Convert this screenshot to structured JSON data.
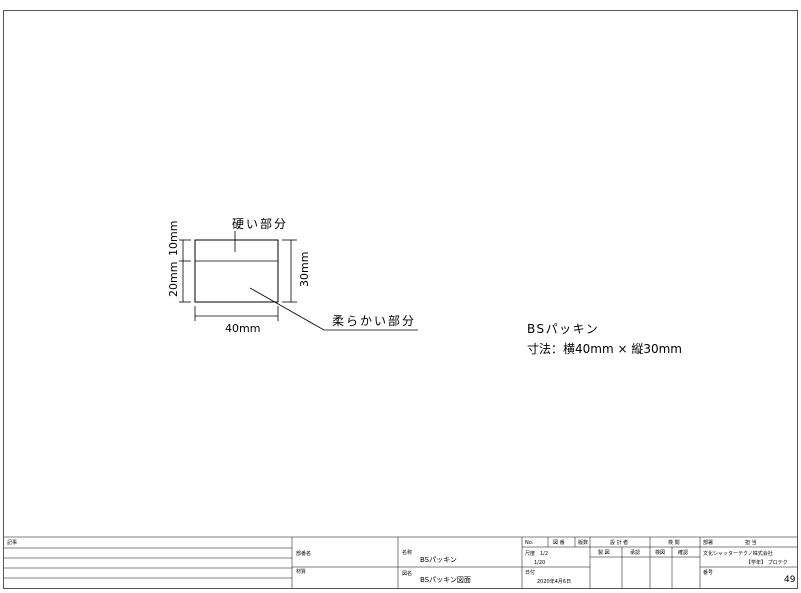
{
  "drawing": {
    "label_hard": "硬い部分",
    "label_soft": "柔らかい部分",
    "dim_hard_height": "10mm",
    "dim_soft_height": "20mm",
    "dim_total_height": "30mm",
    "dim_width": "40mm"
  },
  "note": {
    "product": "BSパッキン",
    "dimensions": "寸法：横40mm × 縦30mm"
  },
  "title_block": {
    "record_label": "記事",
    "part_no_label": "部番名",
    "material_label": "材質",
    "name_label": "名称",
    "name_value": "BSパッキン",
    "drawing_name_label": "図名",
    "drawing_name_value": "BSパッキン図面",
    "scale_label": "尺度",
    "scale_value": "1/2",
    "scale_value_2": "1/20",
    "date_label": "日付",
    "date_value": "2020年4月6日",
    "no_label": "No.",
    "sheet_label": "図 番",
    "rev_label": "版数",
    "design_label": "設 計 者",
    "check_label": "検 閲",
    "draw_label": "製 図",
    "approve_label": "承認",
    "inspect_label": "検図",
    "verify_label": "確認",
    "dept_label": "部署",
    "staff_label": "担 当",
    "company": "文化シャッターテクノ株式会社",
    "company_sub": "【学年】 プロテク",
    "number_label": "番号",
    "number_value": "49"
  }
}
